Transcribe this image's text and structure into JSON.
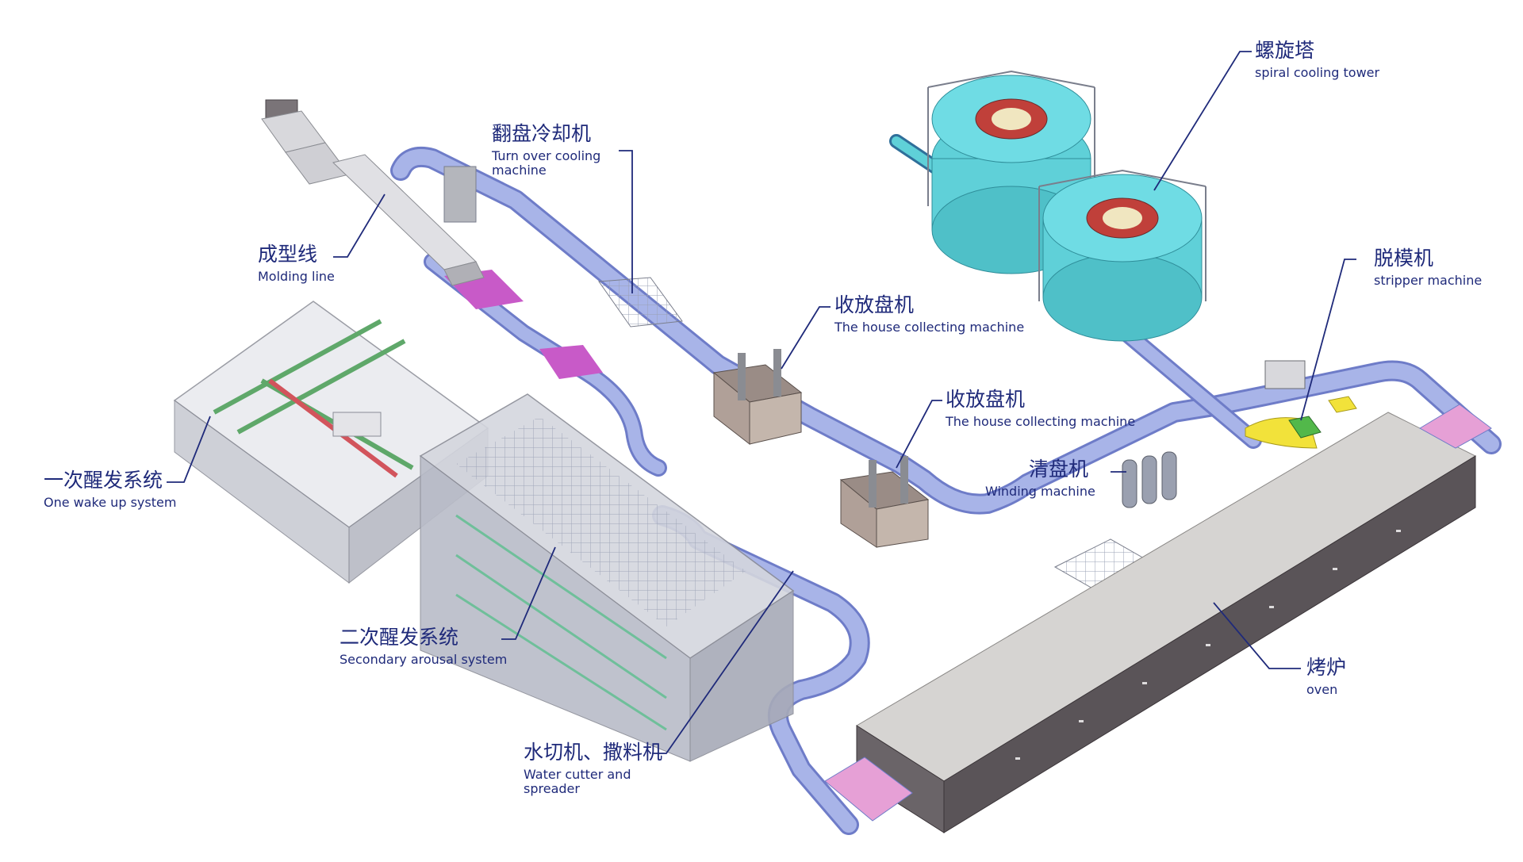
{
  "labels": {
    "spiral_tower": {
      "zh": "螺旋塔",
      "en": "spiral cooling tower"
    },
    "turn_over": {
      "zh": "翻盘冷却机",
      "en": "Turn over cooling\nmachine"
    },
    "molding": {
      "zh": "成型线",
      "en": "Molding line"
    },
    "stripper": {
      "zh": "脱模机",
      "en": "stripper machine"
    },
    "house1": {
      "zh": "收放盘机",
      "en": "The house collecting machine"
    },
    "house2": {
      "zh": "收放盘机",
      "en": "The house collecting machine"
    },
    "winding": {
      "zh": "清盘机",
      "en": "Winding machine"
    },
    "wake1": {
      "zh": "一次醒发系统",
      "en": "One wake up system"
    },
    "wake2": {
      "zh": "二次醒发系统",
      "en": "Secondary arousal system"
    },
    "cutter": {
      "zh": "水切机、撒料机",
      "en": "Water cutter and\nspreader"
    },
    "oven": {
      "zh": "烤炉",
      "en": "oven"
    }
  },
  "colors": {
    "label": "#1f2a7a",
    "conveyor": "#a8b4e8",
    "conveyor_edge": "#6e7cc8",
    "purple": "#c85ac8",
    "cyan": "#5fd0d8",
    "pink": "#e6a0d6",
    "oven_top": "#d6d4d2",
    "oven_side": "#5a5458",
    "room": "#c8cad2",
    "frame": "#8a8c92",
    "yellow": "#f2e23a",
    "green": "#52b84a"
  }
}
